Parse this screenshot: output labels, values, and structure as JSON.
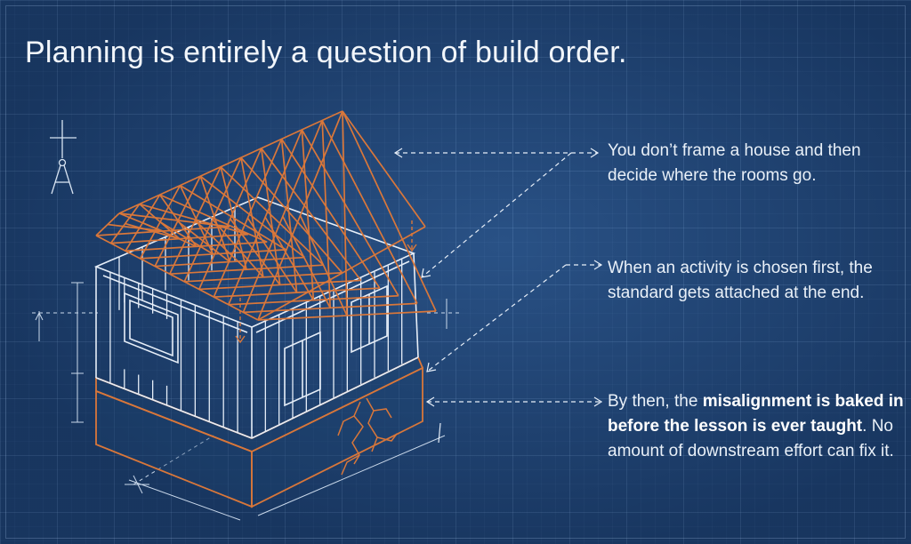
{
  "title": "Planning is entirely a question of build order.",
  "callouts": [
    {
      "text": "You don’t frame a house and then decide where the rooms go."
    },
    {
      "text": "When an activity is chosen first, the standard gets attached at the end."
    },
    {
      "pre": "By then, the ",
      "bold": "misalignment is baked in before the lesson is ever taught",
      "post": ". No amount of downstream effort can fix it."
    }
  ],
  "colors": {
    "background": "#1f4272",
    "line": "#e6eef8",
    "accent": "#d9773a"
  }
}
